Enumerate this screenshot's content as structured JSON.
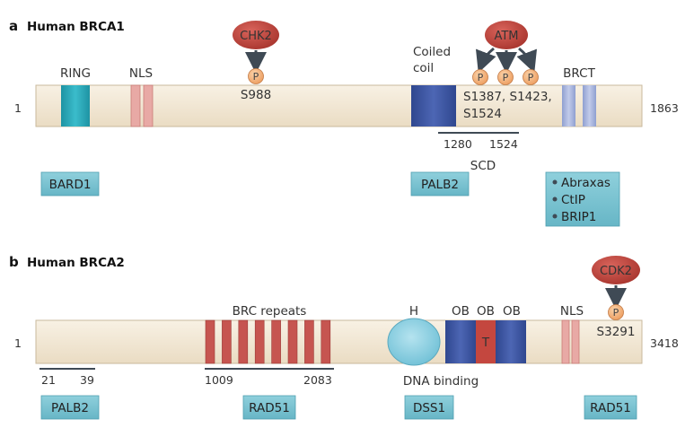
{
  "panel_a": {
    "letter": "a",
    "title": "Human BRCA1",
    "start": "1",
    "end": "1863",
    "domains": {
      "ring": "RING",
      "nls": "NLS",
      "coiled_coil_line1": "Coiled",
      "coiled_coil_line2": "coil",
      "brct": "BRCT"
    },
    "kinases": {
      "chk2": "CHK2",
      "atm": "ATM"
    },
    "phospho": {
      "p_symbol": "P",
      "s988": "S988",
      "atm_sites_line1": "S1387, S1423,",
      "atm_sites_line2": "S1524"
    },
    "scd": {
      "start": "1280",
      "end": "1524",
      "label": "SCD"
    },
    "partners": {
      "bard1": "BARD1",
      "palb2": "PALB2",
      "brct_list": [
        "Abraxas",
        "CtIP",
        "BRIP1"
      ]
    }
  },
  "panel_b": {
    "letter": "b",
    "title": "Human BRCA2",
    "start": "1",
    "end": "3418",
    "domains": {
      "brc_repeats": "BRC repeats",
      "h": "H",
      "ob1": "OB",
      "ob2": "OB",
      "ob3": "OB",
      "t": "T",
      "nls": "NLS"
    },
    "kinases": {
      "cdk2": "CDK2"
    },
    "phospho": {
      "p_symbol": "P",
      "s3291": "S3291"
    },
    "ranges": {
      "palb2_start": "21",
      "palb2_end": "39",
      "rad51_start": "1009",
      "rad51_end": "2083",
      "dna_binding": "DNA binding"
    },
    "partners": {
      "palb2": "PALB2",
      "rad51_left": "RAD51",
      "dss1": "DSS1",
      "rad51_right": "RAD51"
    }
  },
  "colors": {
    "protein_bar": "#f3e9d6",
    "bar_edge": "#c9b99c",
    "ring": "#2aa7b6",
    "nls": "#e8a9a5",
    "coiled_coil": "#3b4f9c",
    "brct": "#a8b5dd",
    "kinase": "#c8453d",
    "phospho": "#f3b27a",
    "arrow": "#3f4a55",
    "partner_box": "#7cc3d1",
    "brc_repeat": "#c65550",
    "h_domain": "#8ecfe0",
    "ob": "#3f57a4",
    "t_domain": "#c4473f",
    "range_line": "#3f4a55"
  }
}
